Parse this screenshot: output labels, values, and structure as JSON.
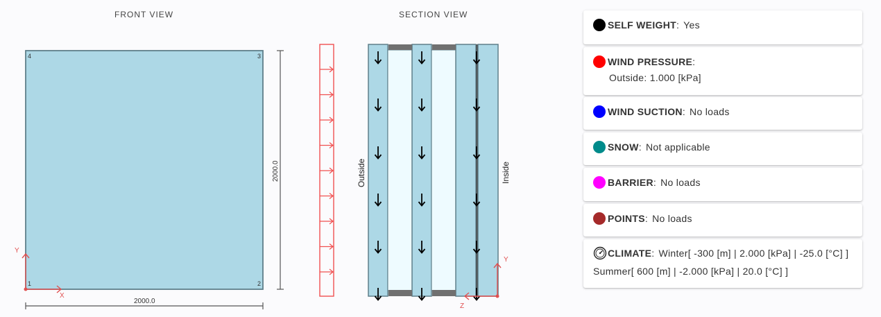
{
  "front_view": {
    "title": "FRONT VIEW",
    "width_dim": "2000.0",
    "height_dim": "2000.0",
    "corners": [
      "1",
      "2",
      "3",
      "4"
    ],
    "axis_x": "X",
    "axis_y": "Y",
    "panel_color": "#add8e6"
  },
  "section_view": {
    "title": "SECTION VIEW",
    "outside_label": "Outside",
    "inside_label": "Inside",
    "axis_y": "Y",
    "axis_z": "Z",
    "load_color": "#f05050"
  },
  "loads": [
    {
      "name": "SELF WEIGHT",
      "color": "#000000",
      "value": "Yes"
    },
    {
      "name": "WIND PRESSURE",
      "color": "#ff0000",
      "detail": "Outside: 1.000 [kPa]"
    },
    {
      "name": "WIND SUCTION",
      "color": "#0000ff",
      "value": "No loads"
    },
    {
      "name": "SNOW",
      "color": "#008b8b",
      "value": "Not applicable"
    },
    {
      "name": "BARRIER",
      "color": "#ff00ff",
      "value": "No loads"
    },
    {
      "name": "POINTS",
      "color": "#a52a2a",
      "value": "No loads"
    },
    {
      "name": "CLIMATE",
      "icon": "gauge-icon",
      "value": "Winter[ -300 [m] | 2.000 [kPa] | -25.0 [°C] ]   Summer[ 600 [m] | -2.000 [kPa] | 20.0 [°C] ]"
    }
  ]
}
